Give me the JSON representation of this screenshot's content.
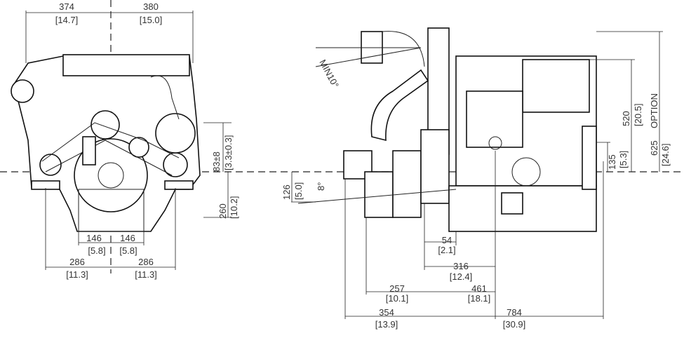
{
  "front_view": {
    "width_left": {
      "mm": "374",
      "in": "[14.7]"
    },
    "width_right": {
      "mm": "380",
      "in": "[15.0]"
    },
    "crank_height": {
      "mm": "83±8",
      "in": "[3.3±0.3]"
    },
    "depth_below": {
      "mm": "260",
      "in": "[10.2]"
    },
    "mount_inner_left": {
      "mm": "146",
      "in": "[5.8]"
    },
    "mount_inner_right": {
      "mm": "146",
      "in": "[5.8]"
    },
    "mount_outer_left": {
      "mm": "286",
      "in": "[11.3]"
    },
    "mount_outer_right": {
      "mm": "286",
      "in": "[11.3]"
    }
  },
  "side_view": {
    "angle_label": "MIN10°",
    "tilt_label": "8°",
    "shaft_drop": {
      "mm": "126",
      "in": "[5.0]"
    },
    "height_520": {
      "mm": "520",
      "in": "[20.5]"
    },
    "height_625": {
      "mm": "625",
      "in": "[24.6]"
    },
    "option_label": "OPTION",
    "height_135": {
      "mm": "135",
      "in": "[5.3]"
    },
    "len_54": {
      "mm": "54",
      "in": "[2.1]"
    },
    "len_316": {
      "mm": "316",
      "in": "[12.4]"
    },
    "len_257": {
      "mm": "257",
      "in": "[10.1]"
    },
    "len_461": {
      "mm": "461",
      "in": "[18.1]"
    },
    "len_354": {
      "mm": "354",
      "in": "[13.9]"
    },
    "len_784": {
      "mm": "784",
      "in": "[30.9]"
    }
  }
}
